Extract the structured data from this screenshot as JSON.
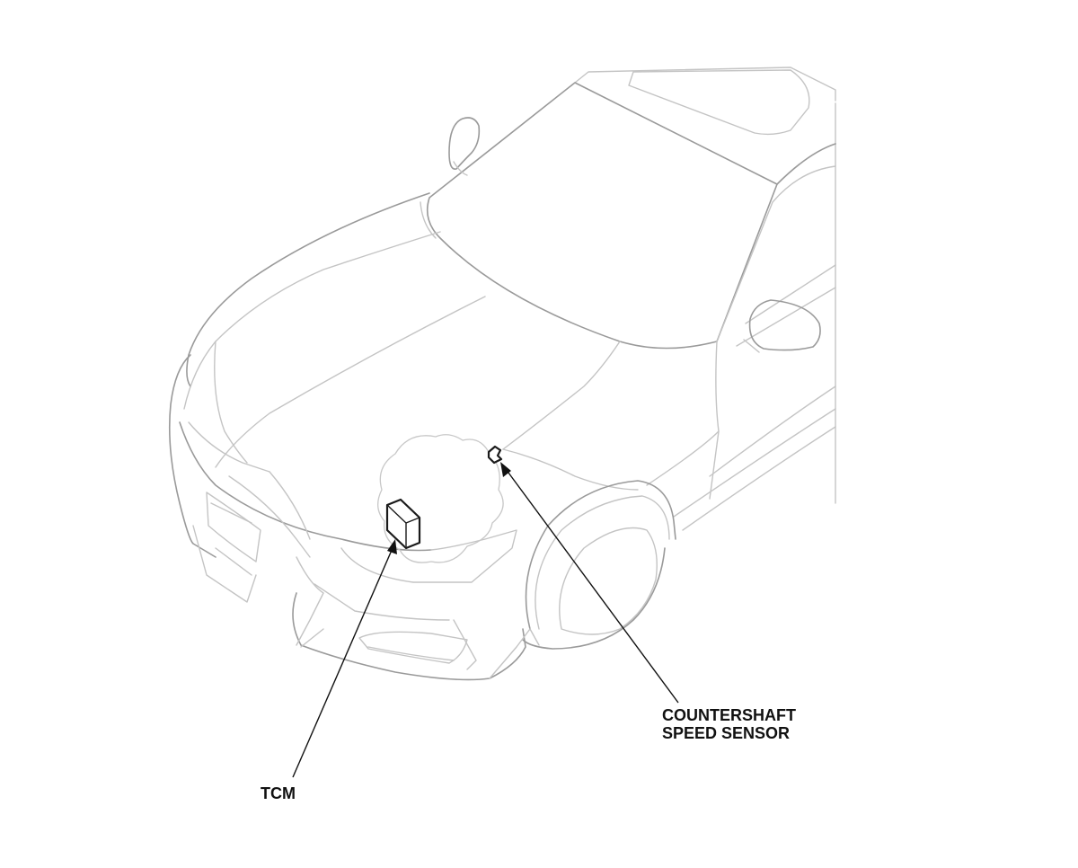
{
  "diagram": {
    "subject": "vehicle component location",
    "callouts": {
      "tcm": "TCM",
      "countershaft_speed_sensor": "COUNTERSHAFT\nSPEED SENSOR"
    }
  },
  "colors": {
    "background": "#ffffff",
    "vehicle_outline": "#c4c4c4",
    "highlighted_part": "#1a1a1a",
    "label_text": "#111111"
  }
}
